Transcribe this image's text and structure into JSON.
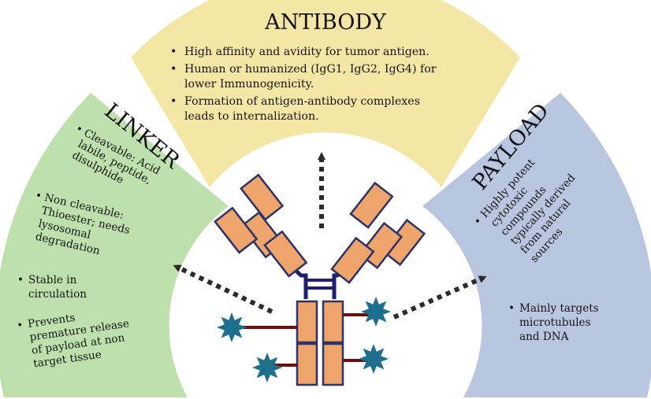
{
  "antibody": {
    "title": "ANTIBODY",
    "bullets": [
      {
        "lines": [
          "High affinity and avidity for tumor antigen."
        ]
      },
      {
        "lines": [
          "Human or humanized (IgG1, IgG2, IgG4) for",
          "lower  Immunogenicity."
        ]
      },
      {
        "lines": [
          "Formation of antigen-antibody complexes",
          "leads to internalization."
        ]
      }
    ]
  },
  "linker": {
    "title": "LINKER",
    "bullets": [
      {
        "lines": [
          "Cleavable: Acid",
          "labile, peptide,",
          "disulphide"
        ]
      },
      {
        "lines": [
          "Non cleavable:",
          "Thioester; needs",
          "lysosomal",
          "degradation"
        ]
      },
      {
        "lines": [
          "Stable in",
          "circulation"
        ]
      },
      {
        "lines": [
          "Prevents",
          "premature release",
          "of payload at non",
          "target tissue"
        ]
      }
    ]
  },
  "payload": {
    "title": "PAYLOAD",
    "bullets": [
      {
        "lines": [
          "Highly potent",
          "cytotoxic",
          "compounds",
          "typically derived",
          "from natural",
          "sources"
        ]
      },
      {
        "lines": [
          "Mainly targets",
          "microtubules",
          "and DNA"
        ]
      }
    ]
  },
  "colors": {
    "antibody_sector": "#f4e7a6",
    "linker_sector": "#bde0ad",
    "payload_sector": "#b9c6df",
    "domain_fill": "#eea46a",
    "domain_stroke": "#2b3368",
    "hinge": "#1f1f6e",
    "payload_star": "#1e6e8e",
    "linker_bar": "#6b1010",
    "arrow": "#2b2b2b"
  }
}
